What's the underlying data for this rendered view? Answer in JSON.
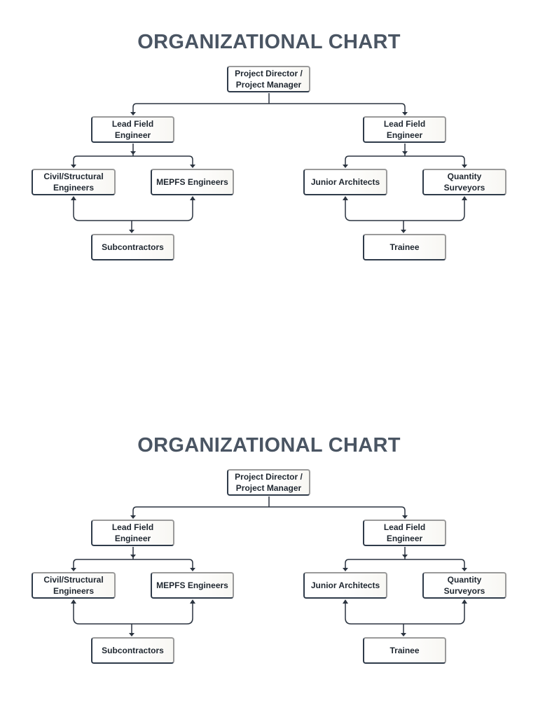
{
  "charts": [
    {
      "title": "ORGANIZATIONAL CHART",
      "nodes": {
        "director": "Project Director /\nProject Manager",
        "lead_left": "Lead Field\nEngineer",
        "lead_right": "Lead Field\nEngineer",
        "civil": "Civil/Structural\nEngineers",
        "mepfs": "MEPFS Engineers",
        "junior": "Junior Architects",
        "qs": "Quantity\nSurveyors",
        "sub": "Subcontractors",
        "trainee": "Trainee"
      }
    },
    {
      "title": "ORGANIZATIONAL CHART",
      "nodes": {
        "director": "Project Director /\nProject Manager",
        "lead_left": "Lead Field\nEngineer",
        "lead_right": "Lead Field\nEngineer",
        "civil": "Civil/Structural\nEngineers",
        "mepfs": "MEPFS Engineers",
        "junior": "Junior Architects",
        "qs": "Quantity\nSurveyors",
        "sub": "Subcontractors",
        "trainee": "Trainee"
      }
    }
  ],
  "edges": [
    {
      "from": "director",
      "to": "lead_left"
    },
    {
      "from": "director",
      "to": "lead_right"
    },
    {
      "from": "lead_left",
      "to": "civil"
    },
    {
      "from": "lead_left",
      "to": "mepfs"
    },
    {
      "from": "lead_right",
      "to": "junior"
    },
    {
      "from": "lead_right",
      "to": "qs"
    },
    {
      "from": "civil",
      "to": "sub"
    },
    {
      "from": "mepfs",
      "to": "sub"
    },
    {
      "from": "junior",
      "to": "trainee"
    },
    {
      "from": "qs",
      "to": "trainee"
    }
  ],
  "colors": {
    "title": "#4a5563",
    "connector": "#2b3440",
    "node_border_dark": "#2f3b4a",
    "node_border_light": "#9a9a9a"
  }
}
